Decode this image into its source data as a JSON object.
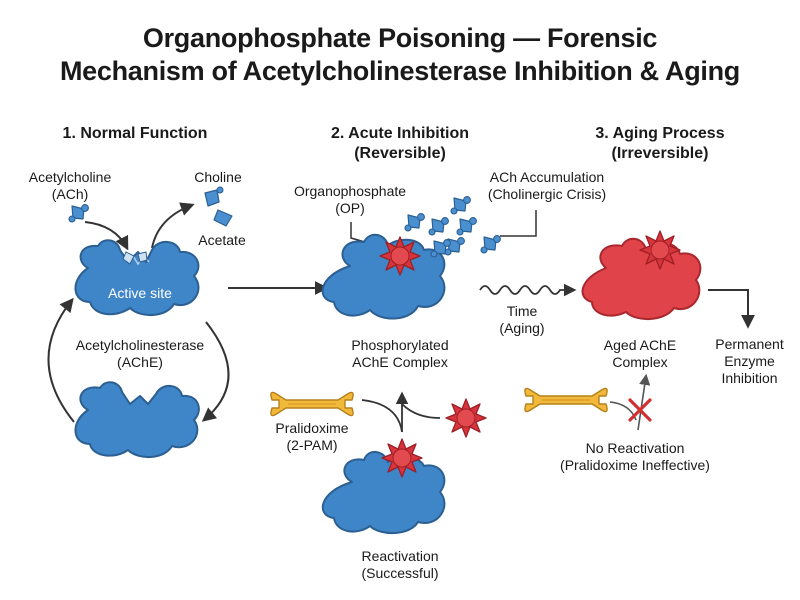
{
  "title": {
    "line1": "Organophosphate Poisoning — Forensic",
    "line2": "Mechanism of Acetylcholinesterase Inhibition & Aging"
  },
  "sections": {
    "normal": {
      "heading": "1. Normal Function",
      "ach_line1": "Acetylcholine",
      "ach_line2": "(ACh)",
      "choline": "Choline",
      "acetate": "Acetate",
      "active_site": "Active site",
      "enzyme_line1": "Acetylcholinesterase",
      "enzyme_line2": "(AChE)"
    },
    "acute": {
      "heading_line1": "2. Acute Inhibition",
      "heading_line2": "(Reversible)",
      "op_line1": "Organophosphate",
      "op_line2": "(OP)",
      "accum_line1": "ACh Accumulation",
      "accum_line2": "(Cholinergic Crisis)",
      "complex_line1": "Phosphorylated",
      "complex_line2": "AChE Complex",
      "pralidoxime_line1": "Pralidoxime",
      "pralidoxime_line2": "(2-PAM)",
      "reactivation_line1": "Reactivation",
      "reactivation_line2": "(Successful)"
    },
    "aging": {
      "heading_line1": "3. Aging Process",
      "heading_line2": "(Irreversible)",
      "time_line1": "Time",
      "time_line2": "(Aging)",
      "aged_line1": "Aged AChE",
      "aged_line2": "Complex",
      "permanent_line1": "Permanent",
      "permanent_line2": "Enzyme",
      "permanent_line3": "Inhibition",
      "noreact_line1": "No Reactivation",
      "noreact_line2": "(Pralidoxime Ineffective)"
    }
  },
  "colors": {
    "enzyme_blue": "#3f86c9",
    "enzyme_blue_dark": "#2c5f92",
    "aged_red": "#e0444a",
    "aged_red_dark": "#a8282e",
    "op_red": "#d8343c",
    "wrench_yellow": "#f2b83a",
    "wrench_outline": "#b5811c",
    "arrow": "#333333",
    "cross": "#d32f2f"
  },
  "icons": [
    "ach-molecule-icon",
    "organophosphate-icon",
    "pralidoxime-wrench-icon",
    "cross-icon",
    "wavy-arrow-icon"
  ]
}
